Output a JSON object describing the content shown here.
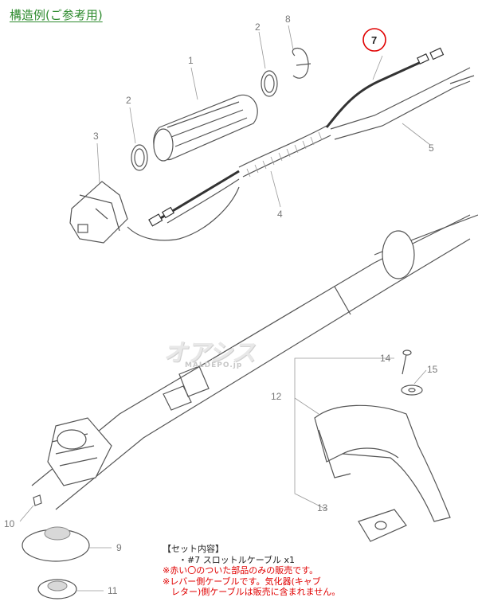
{
  "title": "構造例(ご参考用)",
  "watermark": {
    "main": "オアシス",
    "sub": "MALDEPO.jp"
  },
  "part_numbers": {
    "p1": "1",
    "p2a": "2",
    "p2b": "2",
    "p3": "3",
    "p4": "4",
    "p5": "5",
    "p7": "7",
    "p8": "8",
    "p9": "9",
    "p10": "10",
    "p11": "11",
    "p12": "12",
    "p13": "13",
    "p14": "14",
    "p15": "15"
  },
  "set_info": {
    "header": "【セット内容】",
    "item": "・#7 スロットルケーブル x1",
    "note1": "※赤い〇のついた部品のみの販売です。",
    "note2": "※レバー側ケーブルです。気化器(キャブ",
    "note3": "レター)側ケーブルは販売に含まれません。"
  },
  "colors": {
    "highlight_circle": "#e00000",
    "title": "#2e8b2e"
  }
}
